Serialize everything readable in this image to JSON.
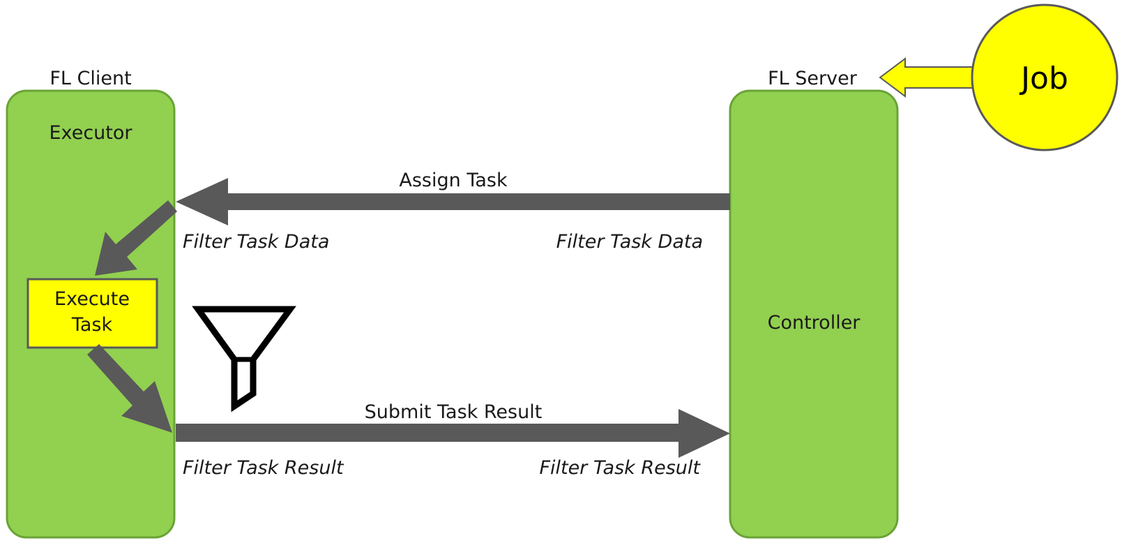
{
  "colors": {
    "container_fill": "#92d050",
    "container_stroke": "#6aa336",
    "highlight_fill": "#ffff00",
    "arrow_dark": "#595959",
    "job_stroke": "#595959"
  },
  "client": {
    "title": "FL Client",
    "component": "Executor",
    "task_box": {
      "line1": "Execute",
      "line2": "Task"
    }
  },
  "server": {
    "title": "FL Server",
    "component": "Controller"
  },
  "job": {
    "label": "Job"
  },
  "flows": {
    "assign": {
      "label": "Assign Task",
      "filter_left": "Filter Task Data",
      "filter_right": "Filter Task Data"
    },
    "submit": {
      "label": "Submit Task Result",
      "filter_left": "Filter Task Result",
      "filter_right": "Filter Task Result"
    }
  },
  "icons": {
    "filter": "funnel-icon"
  }
}
